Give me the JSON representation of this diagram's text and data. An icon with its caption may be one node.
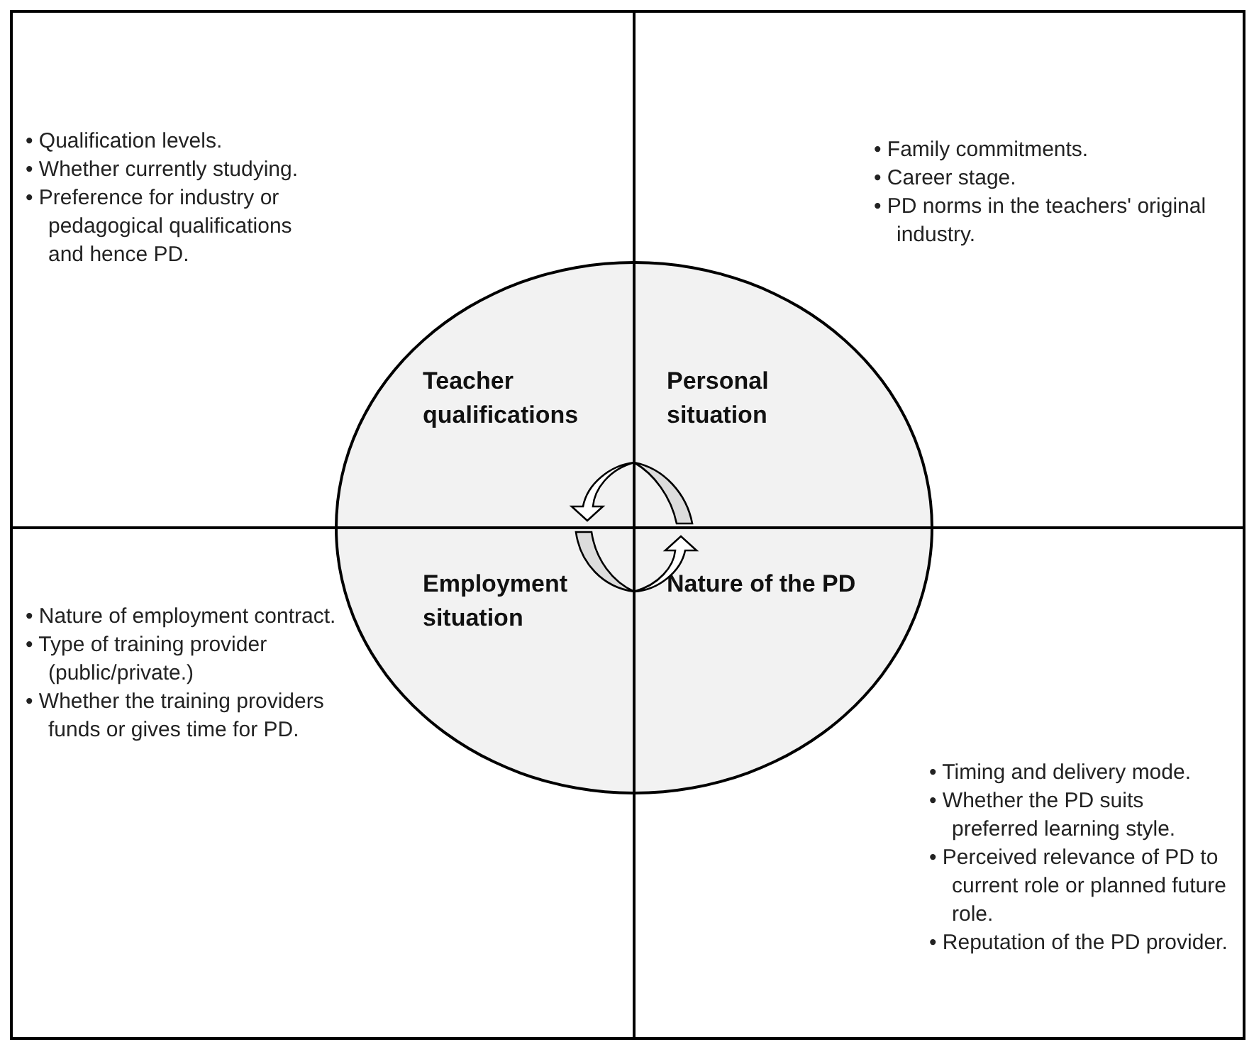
{
  "diagram": {
    "nodes": [
      {
        "text": [
          "• Qualification levels.",
          "• Whether currently studying.",
          "• Preference for industry or pedagogical qualifications and hence PD."
        ]
      },
      {
        "text": [
          "• Family commitments.",
          "• Career stage.",
          "• PD norms in the teachers' original industry."
        ]
      },
      {
        "text": [
          "• Nature of employment contract.",
          "• Type of training provider (public/private.)",
          "• Whether the training providers funds or gives time for PD."
        ]
      },
      {
        "text": [
          "• Timing and delivery mode.",
          "• Whether the PD suits preferred learning style.",
          "• Perceived relevance of PD to current role or planned future role.",
          "• Reputation of the PD provider."
        ]
      },
      {
        "text": [
          "Teacher qualifications",
          "Personal situation",
          "Employment situation",
          "Nature of the PD"
        ]
      }
    ]
  }
}
